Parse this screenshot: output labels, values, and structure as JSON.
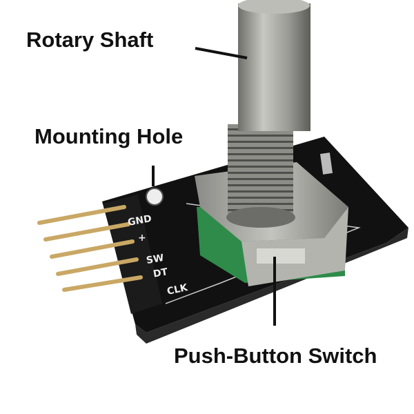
{
  "labels": {
    "rotary_shaft": "Rotary Shaft",
    "mounting_hole": "Mounting Hole",
    "push_button_switch": "Push-Button Switch"
  },
  "pins": [
    "GND",
    "+",
    "SW",
    "DT",
    "CLK"
  ],
  "colors": {
    "pcb": "#111111",
    "metal": "#a9a9a4",
    "pin_gold": "#c9a865",
    "green": "#2e8b4a"
  }
}
